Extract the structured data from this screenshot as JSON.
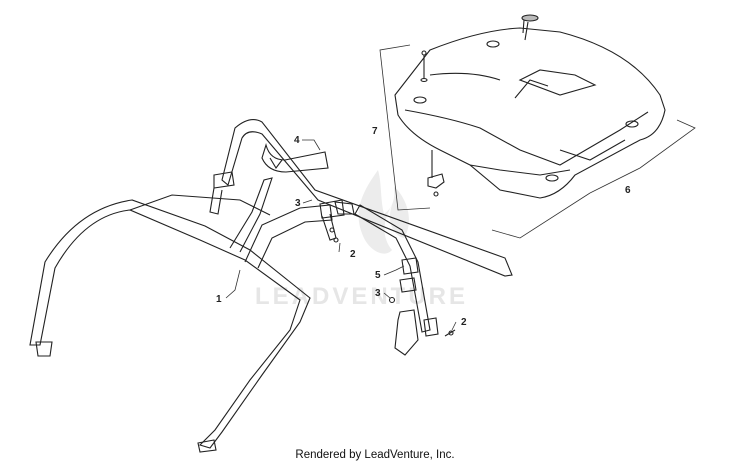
{
  "watermark": {
    "text": "LEADVENTURE",
    "icon": "flame-logo-icon"
  },
  "callouts": {
    "c1": "1",
    "c2a": "2",
    "c2b": "2",
    "c3a": "3",
    "c3b": "3",
    "c4": "4",
    "c5": "5",
    "c6": "6",
    "c7": "7"
  },
  "footer": {
    "text": "Rendered by LeadVenture, Inc."
  }
}
